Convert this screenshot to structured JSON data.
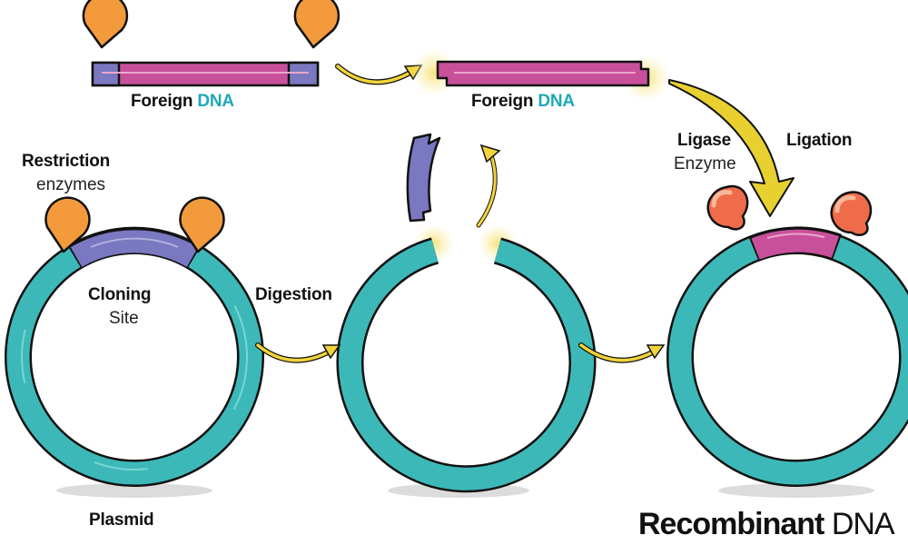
{
  "diagram": {
    "title_bold": "Recombinant",
    "title_regular": "DNA",
    "colors": {
      "plasmid": "#3db8b8",
      "plasmid_dark": "#2a9a9c",
      "cloning_site": "#7a78c0",
      "foreign_dna": "#c8509a",
      "restriction_enzyme": "#f39a3c",
      "ligase_enzyme": "#ef6b4a",
      "arrow": "#f2d43a",
      "accent_text": "#1fa8b8",
      "shadow": "#dcdcdc"
    },
    "labels": {
      "foreign_1_word": "Foreign",
      "foreign_1_dna": "DNA",
      "foreign_2_word": "Foreign",
      "foreign_2_dna": "DNA",
      "restriction": "Restriction",
      "enzymes": "enzymes",
      "cloning": "Cloning",
      "site": "Site",
      "plasmid": "Plasmid",
      "digestion": "Digestion",
      "ligase": "Ligase",
      "enzyme": "Enzyme",
      "ligation": "Ligation"
    },
    "stages": [
      "Plasmid",
      "Digestion",
      "Ligation"
    ]
  }
}
